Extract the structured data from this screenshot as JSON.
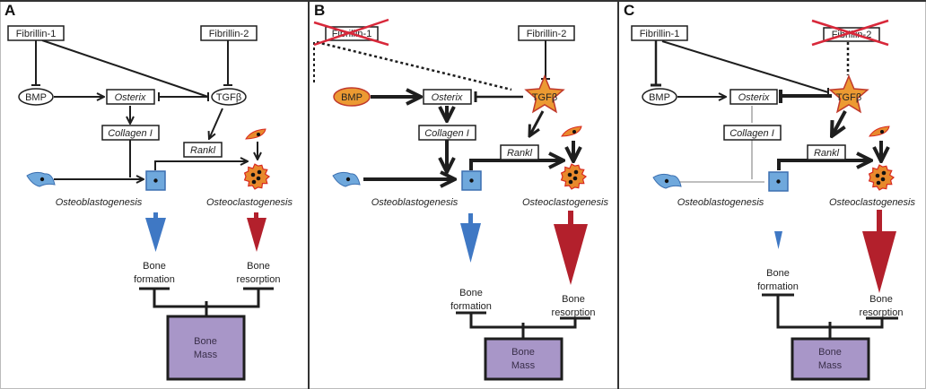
{
  "figure": {
    "colors": {
      "line": "#1e1e1e",
      "knockout_cross": "#d8283a",
      "osteoblast_fill": "#6fa8dc",
      "osteoblast_stroke": "#3b6fb0",
      "osteoclast_fill": "#e8892c",
      "osteoclast_stroke": "#d82a20",
      "formation_arrow": "#3f78c4",
      "resorption_arrow": "#b3202c",
      "bone_mass_fill": "#a896c8",
      "activated_fill": "#ec9a32"
    },
    "panels": [
      {
        "id": "A",
        "label": "A",
        "condition": "wild-type",
        "nodes": {
          "fibrillin1": "Fibrillin-1",
          "fibrillin2": "Fibrillin-2",
          "bmp": "BMP",
          "osterix": "Osterix",
          "tgfb": "TGFβ",
          "collagen": "Collagen I",
          "rankl": "Rankl",
          "osteoblastogenesis": "Osteoblastogenesis",
          "osteoclastogenesis": "Osteoclastogenesis",
          "bone_formation_1": "Bone",
          "bone_formation_2": "formation",
          "bone_resorption_1": "Bone",
          "bone_resorption_2": "resorption",
          "bone_mass_1": "Bone",
          "bone_mass_2": "Mass"
        },
        "knocked_out": [],
        "activated": [],
        "formation_level": "normal",
        "resorption_level": "normal"
      },
      {
        "id": "B",
        "label": "B",
        "condition": "Fibrillin-1 null",
        "nodes": {
          "fibrillin1": "Fibrillin-1",
          "fibrillin2": "Fibrillin-2",
          "bmp": "BMP",
          "osterix": "Osterix",
          "tgfb": "TGFβ",
          "collagen": "Collagen I",
          "rankl": "Rankl",
          "osteoblastogenesis": "Osteoblastogenesis",
          "osteoclastogenesis": "Osteoclastogenesis",
          "bone_formation_1": "Bone",
          "bone_formation_2": "formation",
          "bone_resorption_1": "Bone",
          "bone_resorption_2": "resorption",
          "bone_mass_1": "Bone",
          "bone_mass_2": "Mass"
        },
        "knocked_out": [
          "Fibrillin-1"
        ],
        "activated": [
          "BMP",
          "TGFβ"
        ],
        "formation_level": "normal",
        "resorption_level": "increased"
      },
      {
        "id": "C",
        "label": "C",
        "condition": "Fibrillin-2 null",
        "nodes": {
          "fibrillin1": "Fibrillin-1",
          "fibrillin2": "Fibrillin-2",
          "bmp": "BMP",
          "osterix": "Osterix",
          "tgfb": "TGFβ",
          "collagen": "Collagen I",
          "rankl": "Rankl",
          "osteoblastogenesis": "Osteoblastogenesis",
          "osteoclastogenesis": "Osteoclastogenesis",
          "bone_formation_1": "Bone",
          "bone_formation_2": "formation",
          "bone_resorption_1": "Bone",
          "bone_resorption_2": "resorption",
          "bone_mass_1": "Bone",
          "bone_mass_2": "Mass"
        },
        "knocked_out": [
          "Fibrillin-2"
        ],
        "activated": [
          "TGFβ"
        ],
        "formation_level": "decreased",
        "resorption_level": "increased"
      }
    ]
  }
}
